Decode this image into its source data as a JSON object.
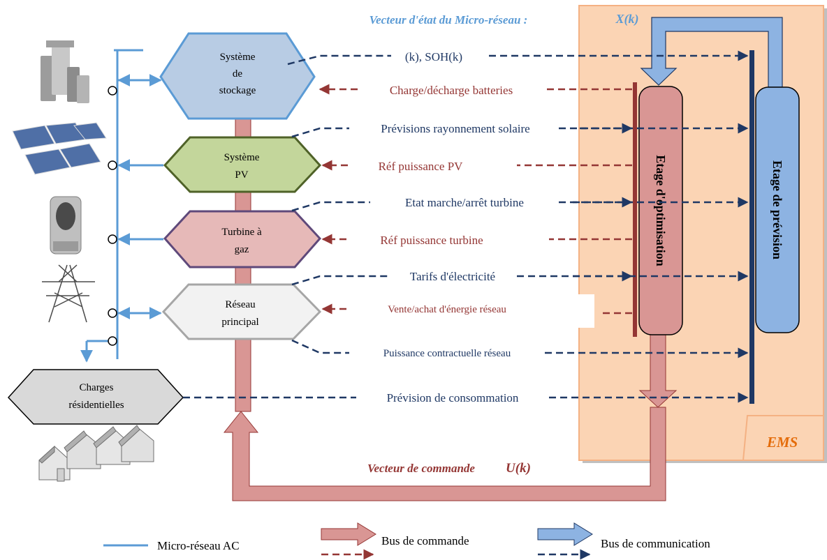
{
  "header": {
    "state_vector_title": "Vecteur d'état du Micro-réseau :",
    "state_symbol": "X(k)",
    "command_vector_title": "Vecteur de commande",
    "command_symbol": "U(k)"
  },
  "ems": {
    "label": "EMS"
  },
  "stages": {
    "optimisation": "Etage d'optimisation",
    "prevision": "Etage de prévision"
  },
  "systems": {
    "storage": [
      "Système",
      "de",
      "stockage"
    ],
    "pv": [
      "Système",
      "PV"
    ],
    "turbine": [
      "Turbine à",
      "gaz"
    ],
    "grid": [
      "Réseau",
      "principal"
    ],
    "loads": [
      "Charges",
      "résidentielles"
    ]
  },
  "signals": {
    "soc_soh": "(k), SOH(k)",
    "battery_charge": "Charge/décharge batteries",
    "solar_forecast": "Prévisions rayonnement solaire",
    "pv_power_ref": "Réf puissance PV",
    "turbine_state": "Etat marche/arrêt turbine",
    "turbine_power_ref": "Réf puissance turbine",
    "tariffs": "Tarifs d'électricité",
    "grid_trade": "Vente/achat d'énergie réseau",
    "grid_contract": "Puissance contractuelle réseau",
    "consumption_forecast": "Prévision de consommation"
  },
  "legend": {
    "ac_microgrid": "Micro-réseau AC",
    "command_bus": "Bus de commande",
    "communication_bus": "Bus de communication"
  },
  "colors": {
    "navy": "#1f3864",
    "command_red": "#943634",
    "ac_blue": "#5b9bd5",
    "pink_bus": "#d99694",
    "ems_bg": "#fbd4b4"
  }
}
